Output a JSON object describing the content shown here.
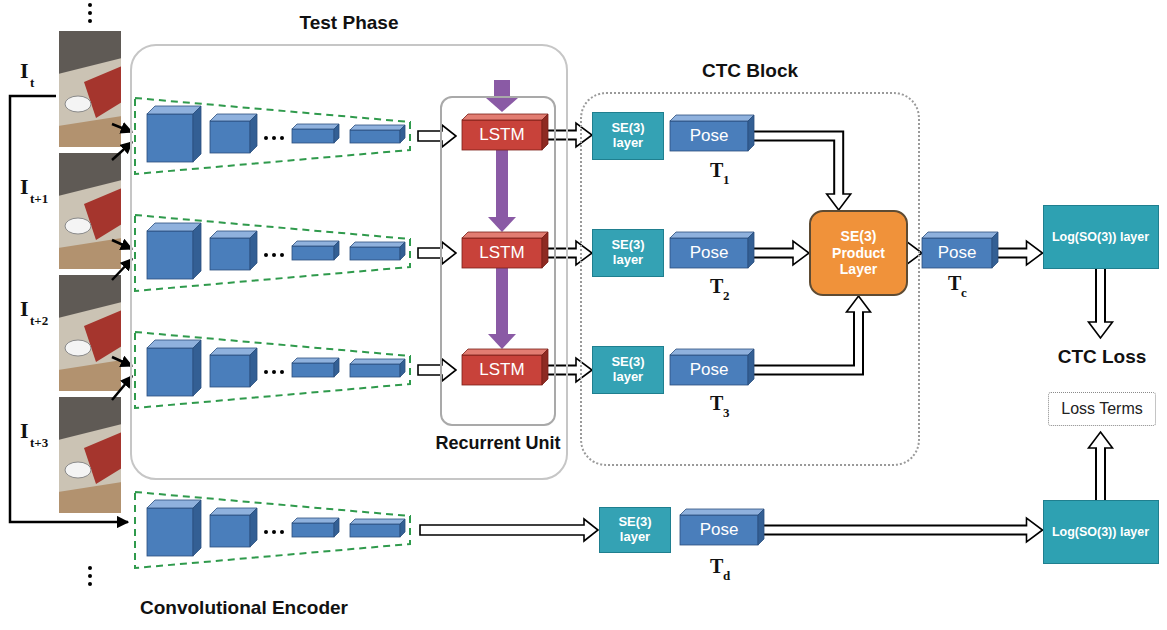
{
  "diagram": {
    "nodes": [
      {
        "text": [
          "Test Phase"
        ]
      },
      {
        "text": [
          "Recurrent Unit"
        ],
        "in": 0
      },
      {
        "text": [
          "LSTM"
        ],
        "in": 1
      },
      {
        "text": [
          "LSTM"
        ],
        "in": 1
      },
      {
        "text": [
          "LSTM"
        ],
        "in": 1
      },
      {
        "text": [
          "CTC Block"
        ]
      },
      {
        "text": [
          "SE(3) layer"
        ],
        "in": 5
      },
      {
        "text": [
          "Pose"
        ],
        "in": 5
      },
      {
        "text": [
          "SE(3) layer"
        ],
        "in": 5
      },
      {
        "text": [
          "Pose"
        ],
        "in": 5
      },
      {
        "text": [
          "SE(3) layer"
        ],
        "in": 5
      },
      {
        "text": [
          "Pose"
        ],
        "in": 5
      },
      {
        "text": [
          "SE(3) Product Layer"
        ],
        "in": 5
      },
      {
        "text": [
          "Pose"
        ]
      },
      {
        "text": [
          "Log(SO(3)) layer"
        ]
      },
      {
        "text": [
          "CTC Loss",
          "Loss Terms"
        ]
      },
      {
        "text": [
          "SE(3) layer"
        ]
      },
      {
        "text": [
          "Pose"
        ]
      },
      {
        "text": [
          "Log(SO(3)) layer"
        ]
      }
    ],
    "edges": [
      {
        "from": 2,
        "to": 3,
        "arrow": "to"
      },
      {
        "from": 3,
        "to": 4,
        "arrow": "to"
      },
      {
        "from": 2,
        "to": 6,
        "arrow": "to"
      },
      {
        "from": 3,
        "to": 8,
        "arrow": "to"
      },
      {
        "from": 4,
        "to": 10,
        "arrow": "to"
      },
      {
        "from": 7,
        "to": 12,
        "arrow": "to"
      },
      {
        "from": 9,
        "to": 12,
        "arrow": "to"
      },
      {
        "from": 11,
        "to": 12,
        "arrow": "to"
      },
      {
        "from": 12,
        "to": 13,
        "arrow": "to"
      },
      {
        "from": 13,
        "to": 14,
        "arrow": "to"
      },
      {
        "from": 14,
        "to": 15,
        "arrow": "to"
      },
      {
        "from": 17,
        "to": 18,
        "arrow": "to"
      },
      {
        "from": 18,
        "to": 15,
        "arrow": "to"
      }
    ],
    "labels": [
      "I",
      "t",
      "I",
      "t+1",
      "I",
      "t+2",
      "I",
      "t+3",
      "T",
      "1",
      "T",
      "2",
      "T",
      "3",
      "T",
      "c",
      "T",
      "d",
      "Convolutional Encoder"
    ]
  }
}
